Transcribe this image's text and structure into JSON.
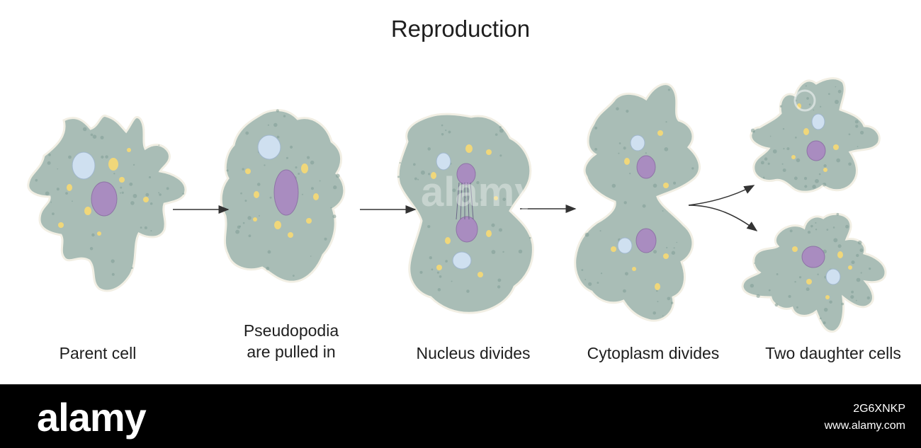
{
  "title": "Reproduction",
  "stages": [
    {
      "label": "Parent cell"
    },
    {
      "label": "Pseudopodia are pulled in"
    },
    {
      "label": "Nucleus divides"
    },
    {
      "label": "Cytoplasm divides"
    },
    {
      "label": "Two daughter cells"
    }
  ],
  "colors": {
    "cytoplasm": "#a9bdb6",
    "membrane": "#f2efe4",
    "nucleus": "#a98cc0",
    "vacuole": "#cfe0f0",
    "granule": "#f0d77a",
    "dots": "#7f9d95",
    "arrow": "#333333"
  },
  "footer": {
    "brand": "alamy",
    "image_id": "2G6XNKP",
    "site": "www.alamy.com"
  },
  "watermark": "alamy"
}
